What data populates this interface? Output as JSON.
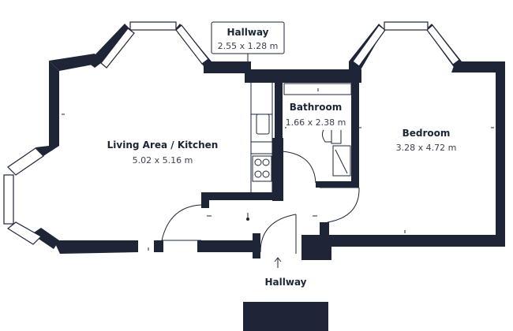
{
  "rooms": {
    "living": {
      "name": "Living Area / Kitchen",
      "dims": "5.02 x 5.16 m"
    },
    "bathroom": {
      "name": "Bathroom",
      "dims": "1.66 x 2.38 m"
    },
    "bedroom": {
      "name": "Bedroom",
      "dims": "3.28 x 4.72 m"
    },
    "hallway_top": {
      "name": "Hallway",
      "dims": "2.55 x 1.28 m"
    },
    "hallway_bottom": {
      "name": "Hallway"
    }
  },
  "colors": {
    "wall": "#1e2537",
    "text": "#1c2536",
    "background": "#ffffff"
  },
  "icons": [
    "entrance-arrow-icon",
    "cooker-hob-icon",
    "sink-icon",
    "toilet-icon",
    "shower-icon"
  ]
}
